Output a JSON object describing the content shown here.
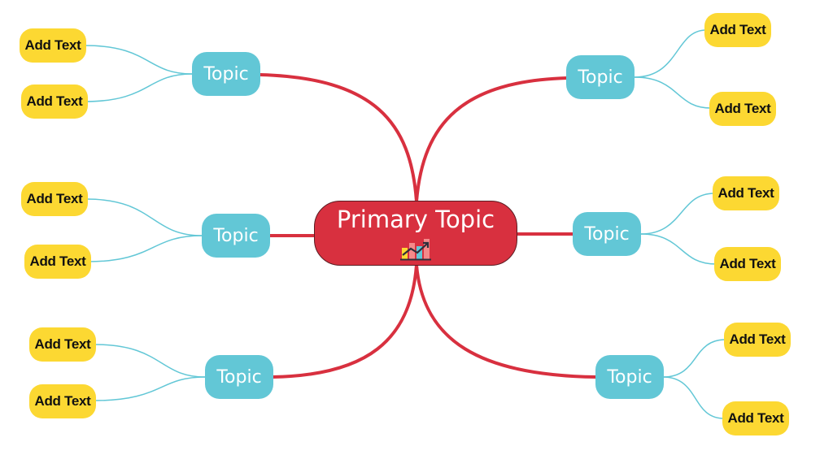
{
  "primary": {
    "title": "Primary Topic",
    "icon": "chart-icon"
  },
  "colors": {
    "primary_fill": "#d8303f",
    "primary_border": "#5a1c22",
    "branch_line": "#d8303f",
    "topic_fill": "#62c7d6",
    "leaf_line": "#62c7d6",
    "leaf_fill": "#fcd832"
  },
  "topics": [
    {
      "label": "Topic",
      "leaves": [
        "Add Text",
        "Add Text"
      ]
    },
    {
      "label": "Topic",
      "leaves": [
        "Add Text",
        "Add Text"
      ]
    },
    {
      "label": "Topic",
      "leaves": [
        "Add Text",
        "Add Text"
      ]
    },
    {
      "label": "Topic",
      "leaves": [
        "Add Text",
        "Add Text"
      ]
    },
    {
      "label": "Topic",
      "leaves": [
        "Add Text",
        "Add Text"
      ]
    },
    {
      "label": "Topic",
      "leaves": [
        "Add Text",
        "Add Text"
      ]
    }
  ]
}
